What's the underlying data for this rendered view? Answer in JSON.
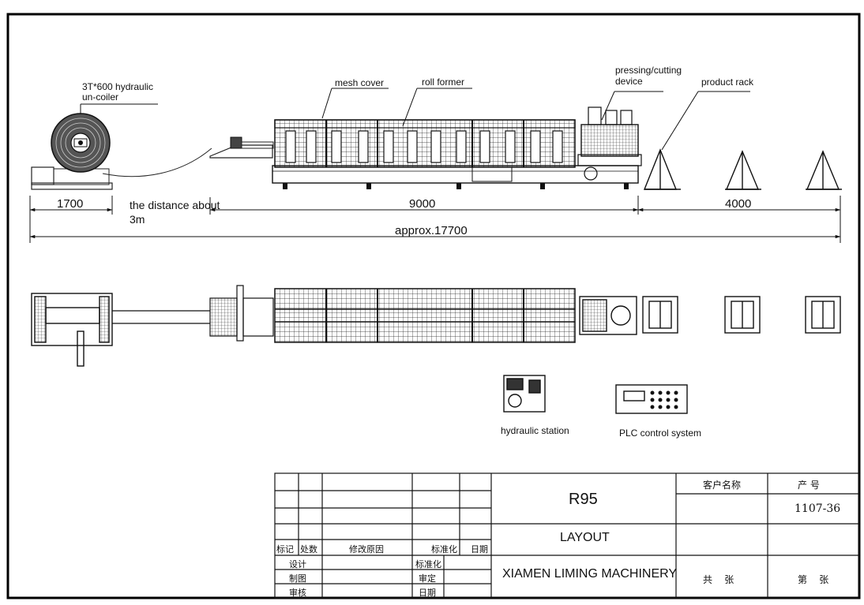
{
  "labels": {
    "uncoiler_line1": "3T*600  hydraulic",
    "uncoiler_line2": "un-coiler",
    "mesh_cover": "mesh cover",
    "roll_former": "roll former",
    "pressing_line1": "pressing/cutting",
    "pressing_line2": "device",
    "product_rack": "product rack",
    "hydraulic_station": "hydraulic station",
    "plc_control": "PLC control system"
  },
  "dimensions": {
    "d1700": "1700",
    "distance_line1": "the distance about",
    "distance_line2": "3m",
    "d9000": "9000",
    "d4000": "4000",
    "total": "approx.17700"
  },
  "title_block": {
    "model": "R95",
    "drawing": "LAYOUT",
    "company": "XIAMEN LIMING MACHINERY",
    "customer_name_header": "客户名称",
    "product_no_header": "产  号",
    "product_no": "1107-36",
    "total_sheets": "共    张",
    "sheet_no": "第    张",
    "rev_mark": "标记",
    "rev_count": "处数",
    "rev_reason": "修改原因",
    "standardize": "标准化",
    "date": "日期",
    "design": "设计",
    "standardize2": "标准化",
    "drafting": "制图",
    "approve": "审定",
    "review": "审核",
    "date2": "日期"
  }
}
